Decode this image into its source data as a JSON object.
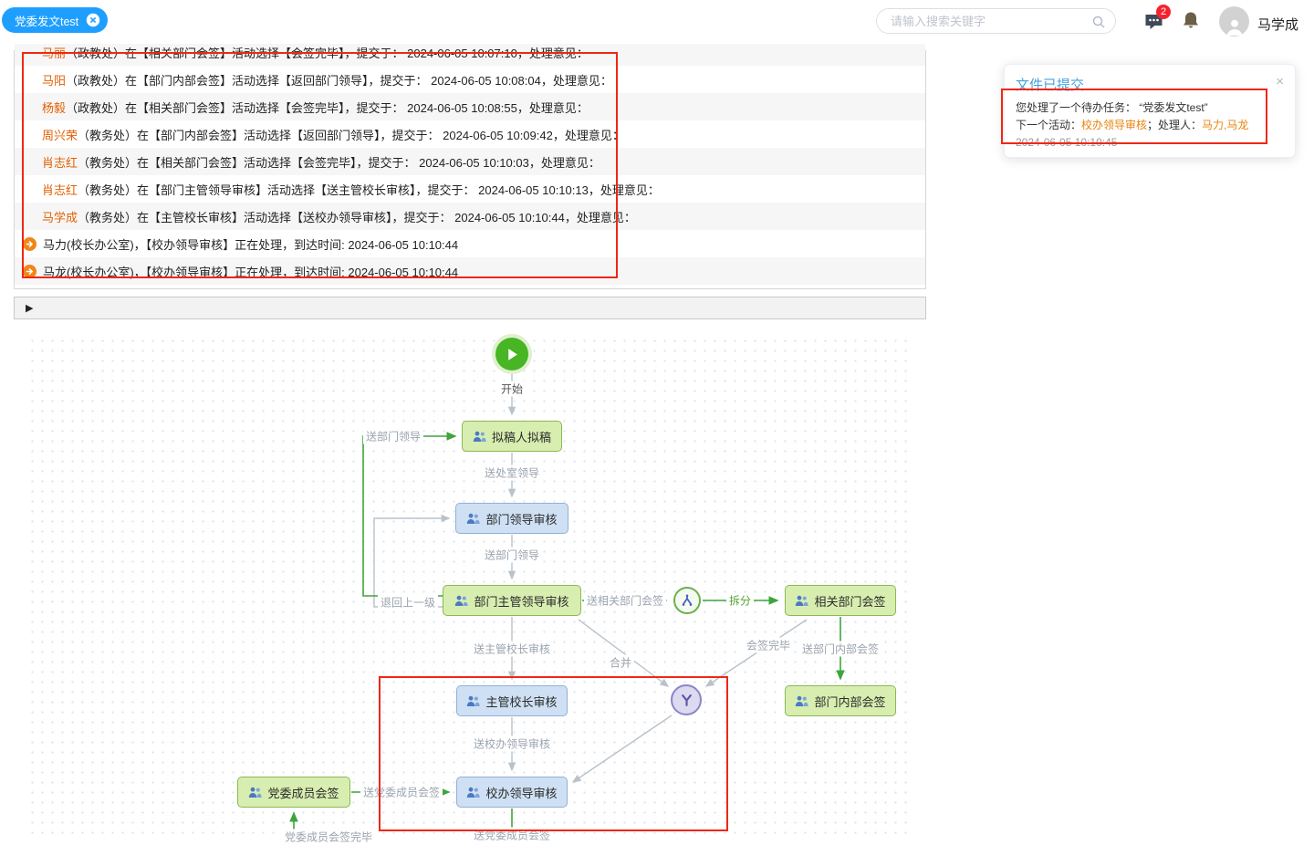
{
  "topbar": {
    "tab_label": "党委发文test",
    "search_placeholder": "请输入搜索关键字",
    "badge_count": "2",
    "user_name": "马学成"
  },
  "history": {
    "rows": [
      {
        "name": "马丽",
        "rest": "（政教处）在【相关部门会签】活动选择【会签完毕】，提交于： 2024-06-05 10:07:10，处理意见："
      },
      {
        "name": "马阳",
        "rest": "（政教处）在【部门内部会签】活动选择【返回部门领导】，提交于： 2024-06-05 10:08:04，处理意见："
      },
      {
        "name": "杨毅",
        "rest": "（政教处）在【相关部门会签】活动选择【会签完毕】，提交于： 2024-06-05 10:08:55，处理意见："
      },
      {
        "name": "周兴荣",
        "rest": "（教务处）在【部门内部会签】活动选择【返回部门领导】，提交于： 2024-06-05 10:09:42，处理意见："
      },
      {
        "name": "肖志红",
        "rest": "（教务处）在【相关部门会签】活动选择【会签完毕】，提交于： 2024-06-05 10:10:03，处理意见："
      },
      {
        "name": "肖志红",
        "rest": "（教务处）在【部门主管领导审核】活动选择【送主管校长审核】，提交于： 2024-06-05 10:10:13，处理意见："
      },
      {
        "name": "马学成",
        "rest": "（教务处）在【主管校长审核】活动选择【送校办领导审核】，提交于： 2024-06-05 10:10:44，处理意见："
      },
      {
        "text": "马力(校长办公室)，【校办领导审核】正在处理，到达时间: 2024-06-05 10:10:44"
      },
      {
        "text": "马龙(校长办公室)，【校办领导审核】正在处理，到达时间: 2024-06-05 10:10:44"
      }
    ]
  },
  "expander": {
    "icon": "▶"
  },
  "toast": {
    "title": "文件已提交",
    "close": "×",
    "line1": "您处理了一个待办任务： “党委发文test”",
    "line2_prefix": "下一个活动：",
    "line2_activity": "校办领导审核",
    "line2_mid": "；处理人：",
    "line2_handlers": "马力,马龙",
    "time": "2024-06-05 10:10:45"
  },
  "diagram": {
    "nodes": {
      "start": "开始",
      "draft": "拟稿人拟稿",
      "dept_leader_review": "部门领导审核",
      "dept_chief_review": "部门主管领导审核",
      "vp_review": "主管校长审核",
      "office_leader_review": "校办领导审核",
      "party_members_countersign": "党委成员会签",
      "related_dept_countersign": "相关部门会签",
      "dept_internal_countersign": "部门内部会签"
    },
    "edge_labels": {
      "to_office_dept": "送处室领导",
      "to_dept_leader": "送部门领导",
      "loop_to_dept_leader": "送部门领导",
      "return_prev": "退回上一级",
      "to_related": "送相关部门会签",
      "split": "拆分",
      "to_internal": "送部门内部会签",
      "merge": "合并",
      "countersign_done": "会签完毕",
      "to_vp": "送主管校长审核",
      "to_office_leader": "送校办领导审核",
      "to_party": "送党委成员会签",
      "to_party_bottom": "送党委成员会签",
      "party_done_bottom": "党委成员会签完毕"
    }
  }
}
